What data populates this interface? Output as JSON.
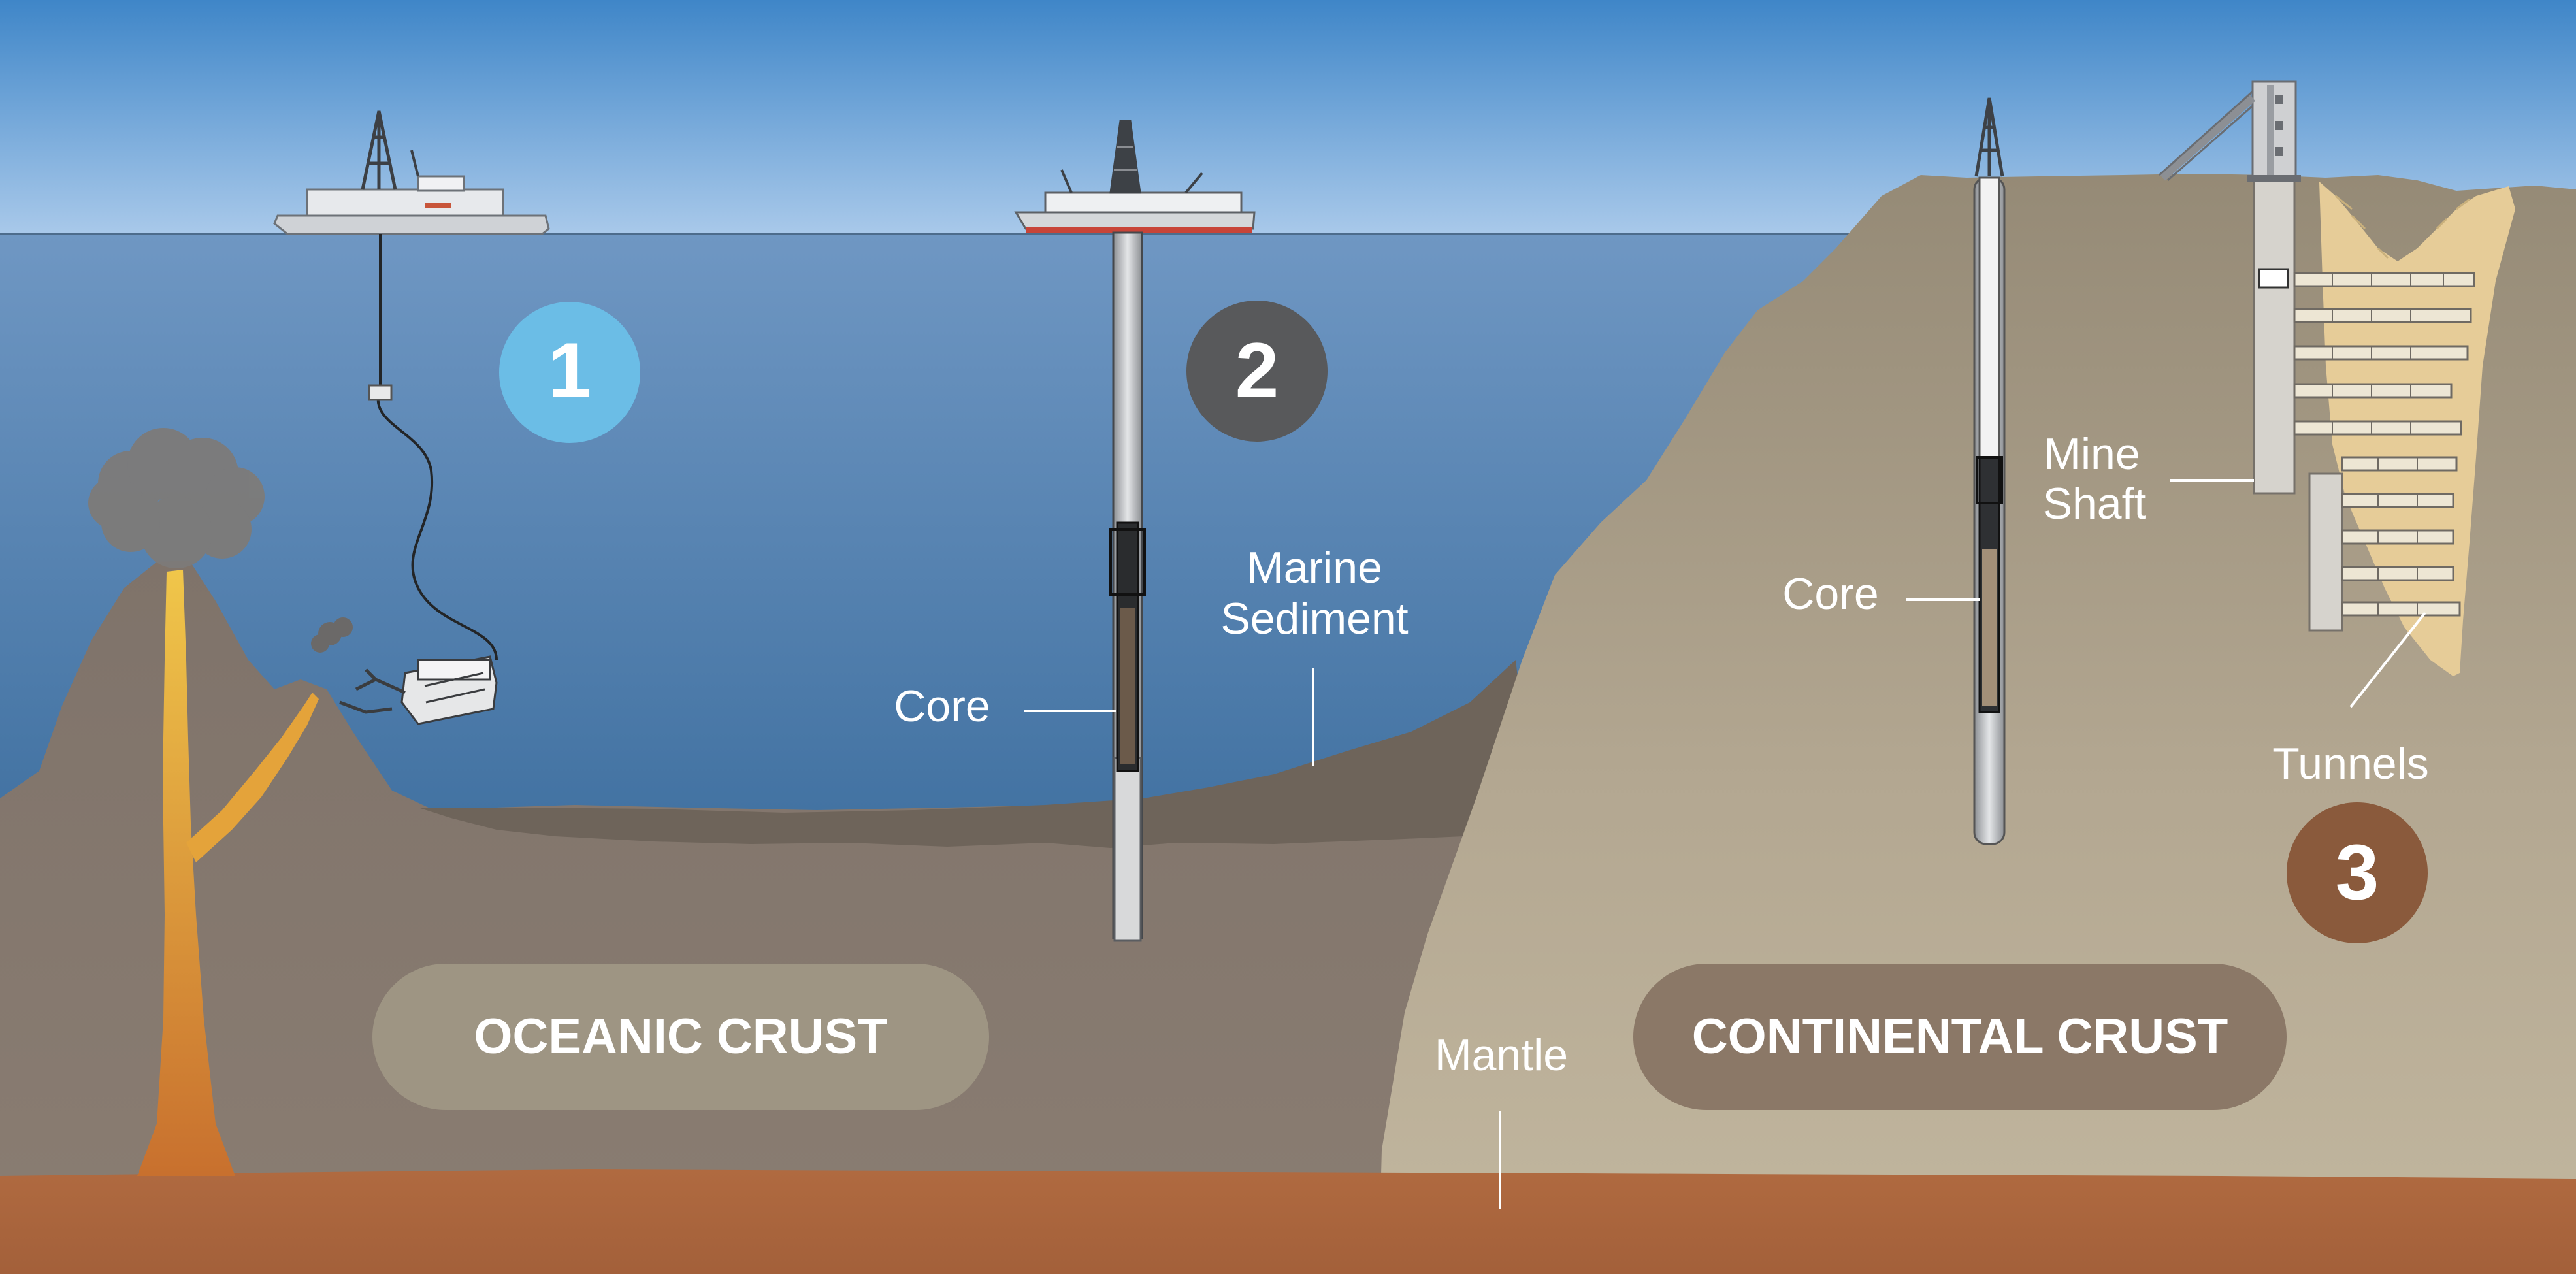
{
  "markers": [
    {
      "number": "1",
      "color": "#6bbde6"
    },
    {
      "number": "2",
      "color": "#58595b"
    },
    {
      "number": "3",
      "color": "#8a5a3c"
    }
  ],
  "regions": {
    "oceanic": "OCEANIC CRUST",
    "continental": "CONTINENTAL CRUST"
  },
  "labels": {
    "marine_line1": "Marine",
    "marine_line2": "Sediment",
    "core_ocean": "Core",
    "core_land": "Core",
    "mine_line1": "Mine",
    "mine_line2": "Shaft",
    "tunnels": "Tunnels",
    "mantle": "Mantle"
  },
  "colors": {
    "sky_top": "#3f86c8",
    "sky_bottom": "#a9c9ea",
    "ocean_top": "#6f97c3",
    "ocean_bottom": "#3d6e9e",
    "oceanic_crust": "#8a7d72",
    "sediment": "#6e645a",
    "continental_crust": "#b3a791",
    "continental_top": "#958a76",
    "mantle": "#a3603a",
    "ore_zone": "#e6cc98",
    "lava": "#e9a93a"
  }
}
